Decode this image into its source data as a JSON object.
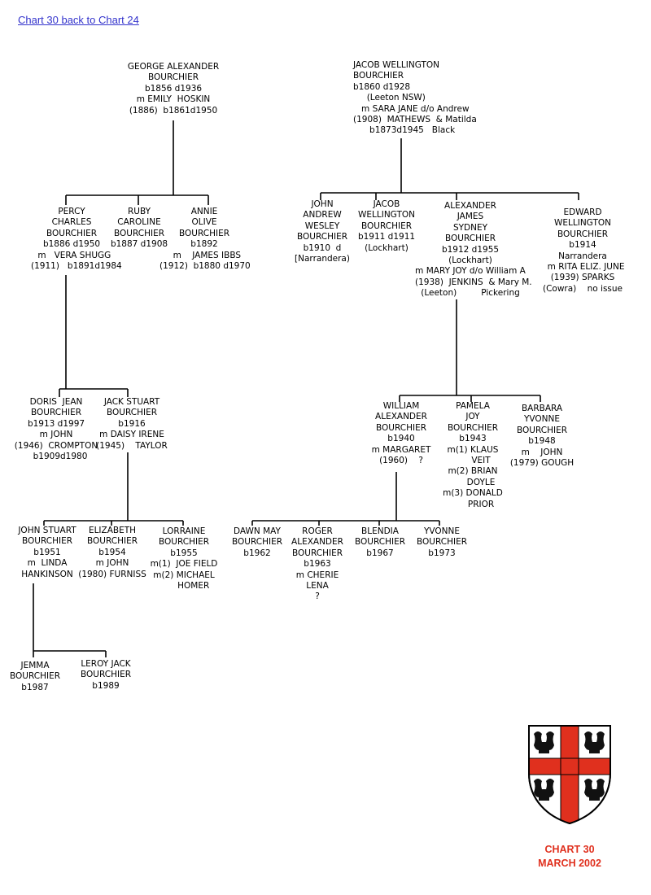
{
  "nav": {
    "link_text": "Chart 30 back to Chart 24"
  },
  "people": {
    "george": "GEORGE ALEXANDER\nBOURCHIER\nb1856 d1936\nm EMILY  HOSKIN\n(1886)  b1861d1950",
    "jacob_sr": "JACOB WELLINGTON\nBOURCHIER\nb1860 d1928\n     (Leeton NSW)\n   m SARA JANE d/o Andrew\n(1908)  MATHEWS  & Matilda\n      b1873d1945   Black",
    "percy": "PERCY\nCHARLES\nBOURCHIER\nb1886 d1950\n  m   VERA SHUGG\n(1911)   b1891d1984",
    "ruby": "RUBY\nCAROLINE\nBOURCHIER\nb1887 d1908",
    "annie": "ANNIE\nOLIVE\nBOURCHIER\nb1892\n  m    JAMES IBBS\n(1912)  b1880 d1970",
    "john_aw": "JOHN\nANDREW\nWESLEY\nBOURCHIER\nb1910  d\n[Narrandera)",
    "jacob_jr": "JACOB\nWELLINGTON\nBOURCHIER\nb1911 d1911\n(Lockhart)",
    "alexander": "ALEXANDER\nJAMES\nSYDNEY\nBOURCHIER\nb1912 d1955\n(Lockhart)\nm MARY JOY d/o William A\n(1938)  JENKINS  & Mary M.\n(Leeton)         Pickering",
    "edward": "EDWARD\nWELLINGTON\nBOURCHIER\nb1914\nNarrandera\n  m RITA ELIZ. JUNE\n(1939) SPARKS\n(Cowra)    no issue",
    "doris": "DORIS  JEAN\nBOURCHIER\nb1913 d1997\nm JOHN\n(1946)  CROMPTON\n   b1909d1980",
    "jack_stuart": "JACK STUART\nBOURCHIER\nb1916\nm DAISY IRENE\n(1945)    TAYLOR",
    "william": "WILLIAM\nALEXANDER\nBOURCHIER\nb1940\nm MARGARET\n(1960)    ?",
    "pamela": "PAMELA\nJOY\nBOURCHIER\nb1943\nm(1) KLAUS\n      VEIT\nm(2) BRIAN\n      DOYLE\nm(3) DONALD\n      PRIOR",
    "barbara": "BARBARA\nYVONNE\nBOURCHIER\nb1948\nm    JOHN\n(1979) GOUGH",
    "john_stuart": "JOHN STUART\nBOURCHIER\nb1951\nm  LINDA\nHANKINSON",
    "elizabeth": "ELIZABETH\nBOURCHIER\nb1954\nm JOHN\n(1980) FURNISS",
    "lorraine": "LORRAINE\nBOURCHIER\nb1955\nm(1)  JOE FIELD\nm(2) MICHAEL\n       HOMER",
    "dawn": "DAWN MAY\nBOURCHIER\nb1962",
    "roger": "ROGER\nALEXANDER\nBOURCHIER\nb1963\nm CHERIE\nLENA\n?",
    "blendia": "BLENDIA\nBOURCHIER\nb1967",
    "yvonne": "YVONNE\nBOURCHIER\nb1973",
    "jemma": "JEMMA\nBOURCHIER\nb1987",
    "leroy": "LEROY JACK\nBOURCHIER\nb1989"
  },
  "footer": {
    "chart_label": "CHART 30",
    "date_label": "MARCH 2002"
  },
  "colors": {
    "crest_cross": "#e0301e",
    "caption": "#e0301e",
    "link": "#3333cc"
  }
}
